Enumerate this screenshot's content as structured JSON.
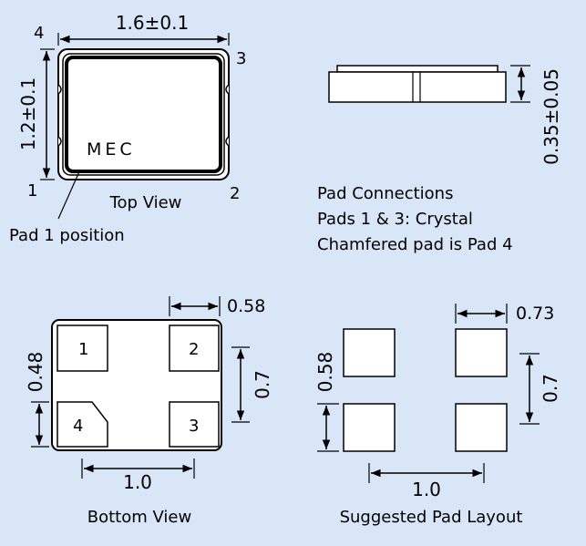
{
  "top_view": {
    "width_dim": "1.6±0.1",
    "height_dim": "1.2±0.1",
    "marking": "MEC",
    "pin_4": "4",
    "pin_3": "3",
    "pin_1": "1",
    "pin_2": "2",
    "caption": "Top View",
    "pad1_note": "Pad 1 position"
  },
  "side_view": {
    "thickness_dim": "0.35±0.05"
  },
  "pad_connections": {
    "heading": "Pad Connections",
    "line1": "Pads 1 & 3: Crystal",
    "line2": "Chamfered pad is Pad 4"
  },
  "bottom_view": {
    "pad_width_dim": "0.58",
    "pitch_v_dim": "0.7",
    "pad_height_dim": "0.48",
    "pitch_h_dim": "1.0",
    "pad_1": "1",
    "pad_2": "2",
    "pad_3": "3",
    "pad_4": "4",
    "caption": "Bottom View"
  },
  "pad_layout": {
    "pad_width_dim": "0.73",
    "pitch_v_dim": "0.7",
    "pad_height_dim": "0.58",
    "pitch_h_dim": "1.0",
    "caption": "Suggested Pad Layout"
  }
}
